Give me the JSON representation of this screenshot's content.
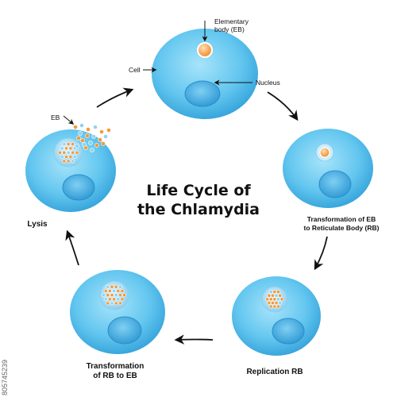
{
  "title": {
    "line1": "Life Cycle of",
    "line2": "the Chlamydia"
  },
  "labels": {
    "elementary_body": {
      "line1": "Elementary",
      "line2": "body (EB)"
    },
    "cell": "Cell",
    "nucleus": "Nucleus",
    "eb": "EB",
    "transformation_eb_rb": {
      "line1": "Transformation of EB",
      "line2": "to Reticulate Body (RB)"
    },
    "replication_rb": "Replication RB",
    "transformation_rb_eb": {
      "line1": "Transformation",
      "line2": "of RB to EB"
    },
    "lysis": "Lysis"
  },
  "stock_id": "805745239",
  "colors": {
    "cell_fill": "#5fc4ee",
    "cell_edge": "#2f9fd8",
    "nucleus_fill": "#3aa6df",
    "eb_orange": "#f29a3a",
    "particle_blue": "#8fd3f2",
    "arrow": "#111111"
  }
}
